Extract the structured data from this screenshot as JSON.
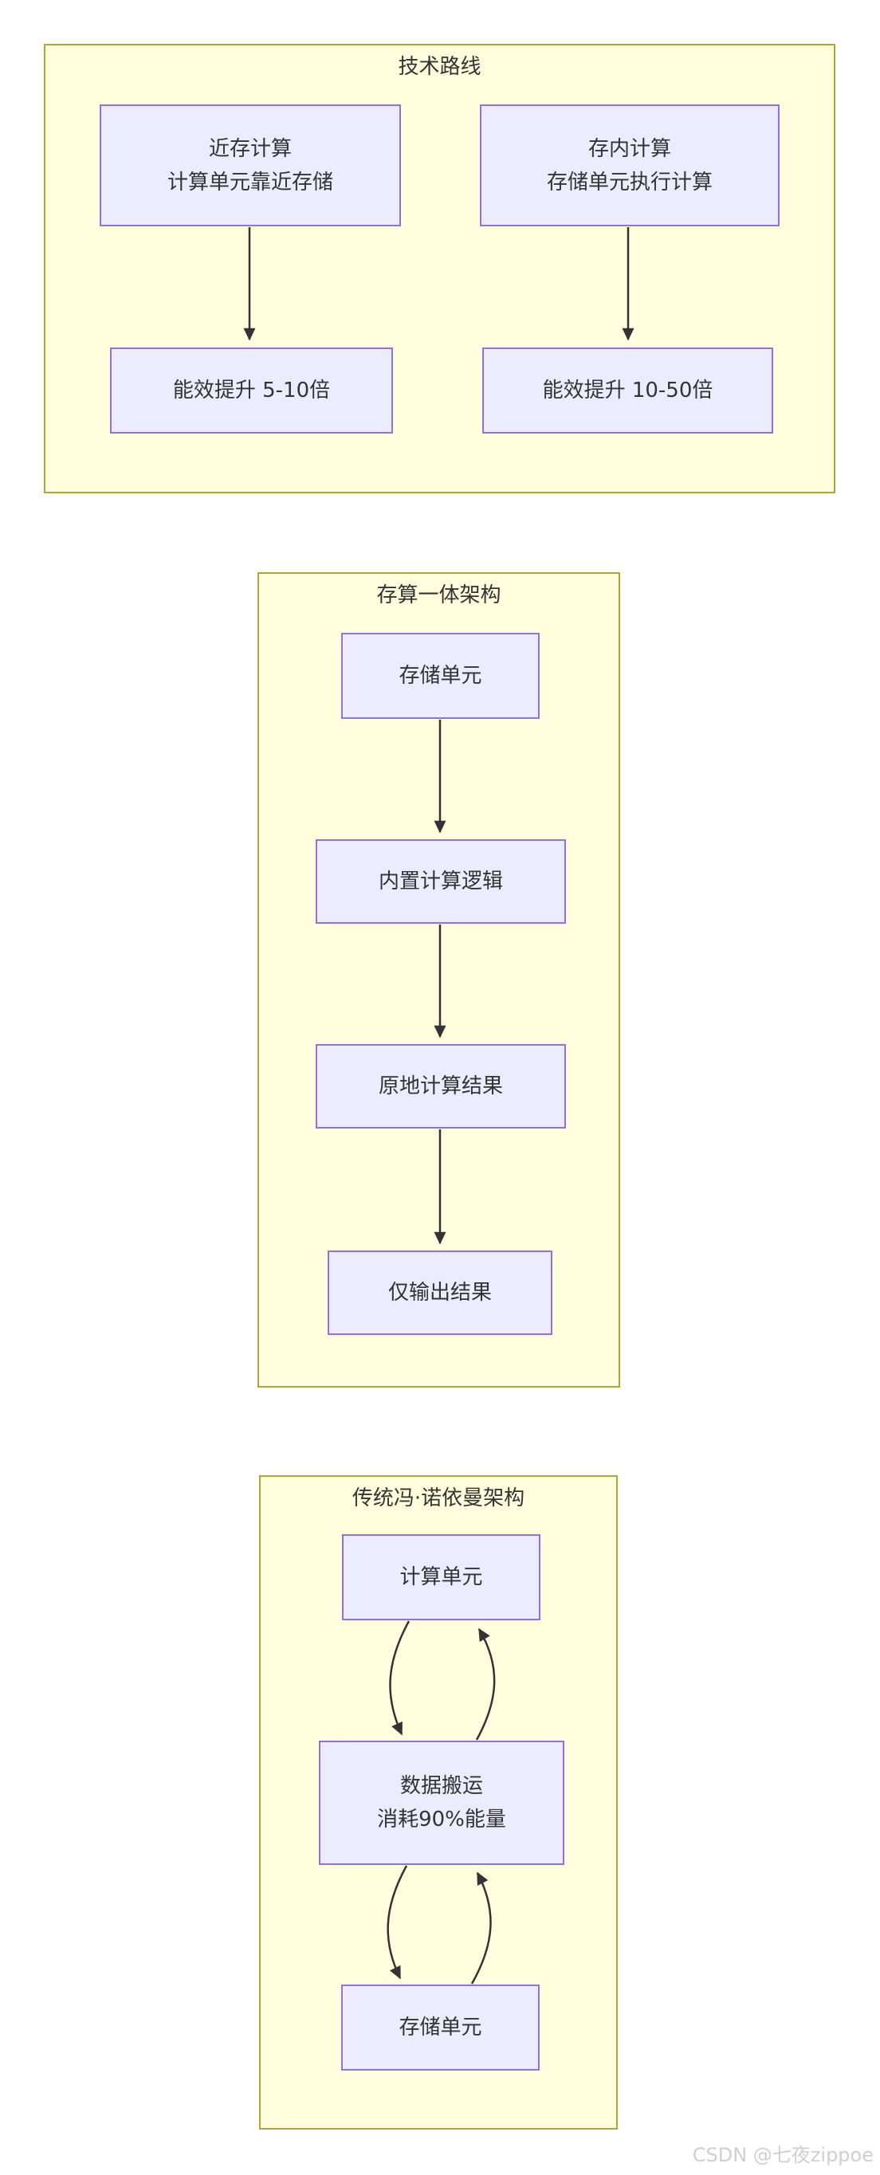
{
  "diagram": {
    "type": "flowchart",
    "colors": {
      "subgraph_fill": "#ffffde",
      "subgraph_border": "#aaaa33",
      "node_fill": "#ececff",
      "node_border": "#9370db",
      "text": "#333333",
      "arrow": "#333333"
    },
    "sections": [
      {
        "title": "技术路线",
        "nodes": {
          "near_memory": {
            "line1": "近存计算",
            "line2": "计算单元靠近存储"
          },
          "in_memory": {
            "line1": "存内计算",
            "line2": "存储单元执行计算"
          },
          "near_gain": {
            "line1": "能效提升 5-10倍"
          },
          "in_gain": {
            "line1": "能效提升 10-50倍"
          }
        },
        "edges": [
          {
            "from": "近存计算",
            "to": "能效提升 5-10倍"
          },
          {
            "from": "存内计算",
            "to": "能效提升 10-50倍"
          }
        ]
      },
      {
        "title": "存算一体架构",
        "nodes": {
          "storage": {
            "line1": "存储单元"
          },
          "logic": {
            "line1": "内置计算逻辑"
          },
          "inplace": {
            "line1": "原地计算结果"
          },
          "output": {
            "line1": "仅输出结果"
          }
        },
        "edges": [
          {
            "from": "存储单元",
            "to": "内置计算逻辑"
          },
          {
            "from": "内置计算逻辑",
            "to": "原地计算结果"
          },
          {
            "from": "原地计算结果",
            "to": "仅输出结果"
          }
        ]
      },
      {
        "title": "传统冯·诺依曼架构",
        "nodes": {
          "compute": {
            "line1": "计算单元"
          },
          "transfer": {
            "line1": "数据搬运",
            "line2": "消耗90%能量"
          },
          "storage": {
            "line1": "存储单元"
          }
        },
        "edges": [
          {
            "from": "计算单元",
            "to": "数据搬运"
          },
          {
            "from": "数据搬运",
            "to": "计算单元"
          },
          {
            "from": "数据搬运",
            "to": "存储单元"
          },
          {
            "from": "存储单元",
            "to": "数据搬运"
          }
        ]
      }
    ]
  },
  "watermark": {
    "text": "CSDN @七夜zippoe"
  }
}
